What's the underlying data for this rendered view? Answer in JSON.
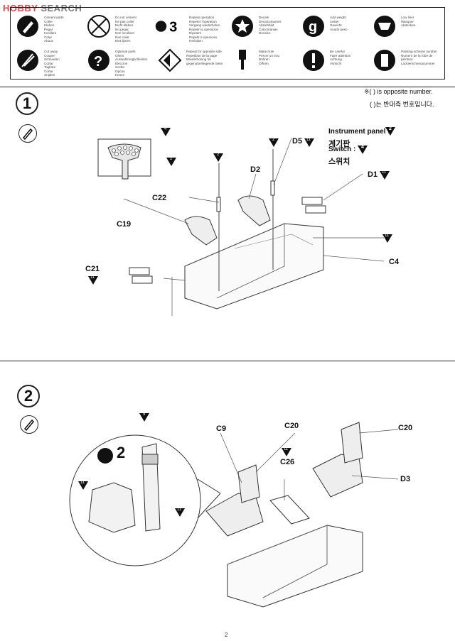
{
  "header": {
    "logo_brand": "HOBBY",
    "logo_search": "SEARCH"
  },
  "legend": [
    {
      "icon": "cement-parts-icon",
      "text": "Cement parts\nColler\nKleben\nPegar\nIncollare\nColar\nAbout"
    },
    {
      "icon": "do-not-cement-icon",
      "text": "Do not cement\nNe pas coller\nNicht kleben\nNo pegar\nNon incollare\nNao colar\nNiet lijmen"
    },
    {
      "icon": "repeat-operation-icon",
      "text": "Repeat operation\nRepeter l'operation\nVorgang wiederholen\nRepetir la operacion\nRipetere\nRepetir a operacao\nHerhalen"
    },
    {
      "icon": "decals-icon",
      "text": "Decals\nDecalcomanies\nAbziehbild\nCalcomanias\nDecalco"
    },
    {
      "icon": "add-weight-icon",
      "text": "Add weight\nLester\nGewicht\nAnadir peso"
    },
    {
      "icon": "low-liner-icon",
      "text": "Low liner\nMasquer\nAbdecken"
    },
    {
      "icon": "cut-away-icon",
      "text": "Cut away\nCouper\nSchneiden\nCortar\nTagliare\nCortar\nSnijden"
    },
    {
      "icon": "optional-parts-icon",
      "text": "Optional parts\nOheix\nAuswahlmoglichkeiten\nEleccion\nScelta\nOpcao\nKeuze"
    },
    {
      "icon": "repeat-opposite-side-icon",
      "text": "Repeat for opposite side\nRepetition de la page\nWiederholung fur gegenuberliegende Seite"
    },
    {
      "icon": "make-hole-icon",
      "text": "Make hole\nPercer un trou\nBohren\nOffnen"
    },
    {
      "icon": "be-careful-icon",
      "text": "Be careful\nFaire attention\nAchtung\nVorsicht"
    },
    {
      "icon": "painting-scheme-icon",
      "text": "Painting scheme number\nNumero de la robe de peinture\nLackierschemanummer"
    }
  ],
  "step1": {
    "number": "1",
    "note_en": "※( ) is opposite number.",
    "note_ko": "( )는 반대측 번호입니다.",
    "instrument_panel_en": "Instrument panel :",
    "instrument_panel_ko": "계기판",
    "switch_en": "Switch :",
    "switch_ko": "스위치",
    "paint_instrument": "2",
    "paint_switch": "4",
    "parts": {
      "c22": "C22",
      "c19": "C19",
      "c21": "C21",
      "c4": "C4",
      "d2": "D2",
      "d5": "D5",
      "d1": "D1"
    },
    "paint_codes": {
      "top_panel_4": "4",
      "top_panel_2": "2",
      "c22_2": "2",
      "d5_2": "2",
      "d5_11": "11",
      "d1_11": "11",
      "c4_11": "11",
      "c21_11": "11"
    }
  },
  "step2": {
    "number": "2",
    "repeat_count": "2",
    "parts": {
      "c9": "C9",
      "c20a": "C20",
      "c20b": "C20",
      "c26": "C26",
      "d3": "D3"
    },
    "paint_codes": {
      "column_9": "9",
      "seat_11": "11",
      "column_11": "11",
      "c26_11": "11"
    }
  },
  "footer": {
    "page_number": "2"
  }
}
